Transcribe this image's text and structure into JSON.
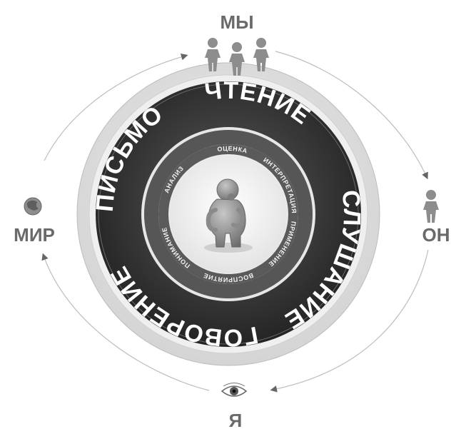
{
  "outer_cycle": {
    "top_label": "МЫ",
    "right_label": "ОН",
    "bottom_label": "Я",
    "left_label": "МИР",
    "top_icon": "people-group-icon",
    "right_icon": "person-icon",
    "bottom_icon": "eye-icon",
    "left_icon": "globe-icon"
  },
  "ring_labels": {
    "top_left": "СЛУШАНИЕ",
    "top_right": "ГОВОРЕНИЕ",
    "bottom_left": "ЧТЕНИЕ",
    "bottom_right": "ПИСЬМО"
  },
  "inner_cycle": {
    "items": [
      "ВОСПРИЯТИЕ",
      "ПОНИМАНИЕ",
      "АНАЛИЗ",
      "ОЦЕНКА",
      "ИНТЕРПРЕТАЦИЯ",
      "ПРИМЕНЕНИЕ"
    ]
  },
  "center_icon": "thinking-person-icon",
  "colors": {
    "background": "#ffffff",
    "ring_dark": "#2f2f2f",
    "ring_light": "#d3d3d3",
    "inner_band": "#4a4a4a",
    "figure_light": "#9b9b9b",
    "figure_dark": "#5a5a5a",
    "arrow": "#bdbdbd"
  }
}
